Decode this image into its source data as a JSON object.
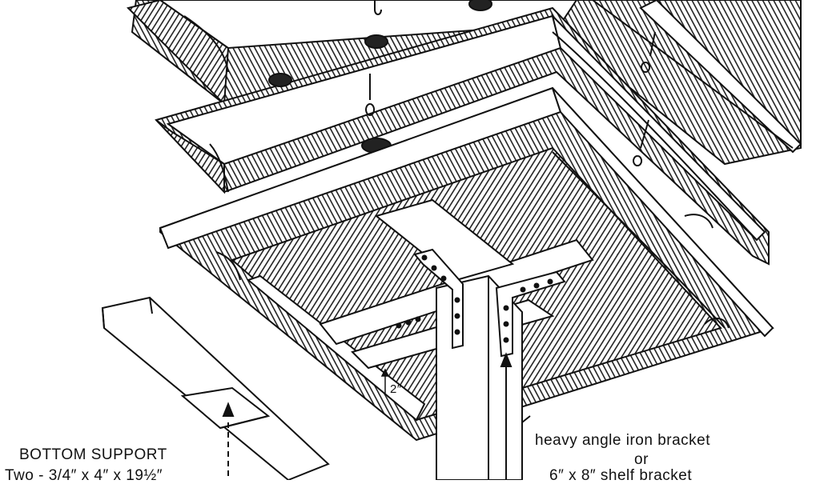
{
  "labels": {
    "bracket_line1": "heavy angle iron bracket",
    "bracket_line2": "or",
    "bracket_line3": "6″ x 8″ shelf bracket",
    "support_title": "BOTTOM SUPPORT",
    "support_spec": "Two - 3/4″ x 4″ x 19½″",
    "dimension_2in": "2″"
  },
  "colors": {
    "ink": "#111111",
    "paper": "#ffffff",
    "hatch": "#2b2b2b"
  }
}
